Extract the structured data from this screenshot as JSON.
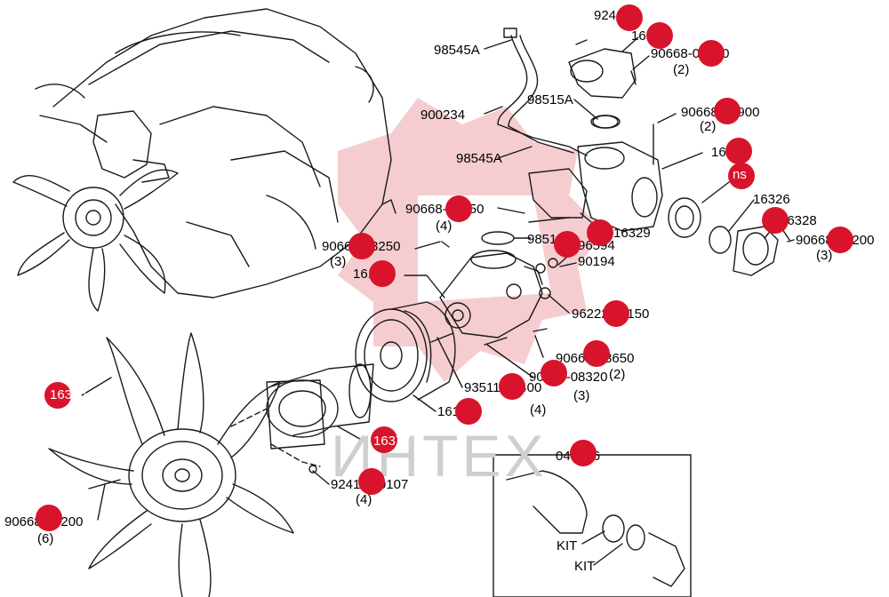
{
  "watermark_text": "ИНТЕХ",
  "parts": {
    "p98545a_top": "98545A",
    "p98545a_low": "98545A",
    "p900234": "900234",
    "p98515a_top": "98515A",
    "p98515a_low": "98515A",
    "p16100": "16100",
    "p16173": "16173",
    "p16377": "16377",
    "p16306": "16306",
    "p16304": "16304",
    "p16301": "16301",
    "p16326": "16326",
    "p16328": "16328",
    "p16329": "16329",
    "p96594": "96594",
    "p90194": "90194",
    "p96222": "96222-21150",
    "p93511": "93511-10400",
    "p90668_08350": "90668-08350",
    "p90668_08250": "90668-08250",
    "p90668_08650": "90668-08650",
    "p90668_08320": "90668-08320",
    "p90668_08200_top": "90668-08200",
    "p90668_08200_right": "90668-08200",
    "p90668_10900": "90668-10900",
    "p90668_08200_left": "90668-08200",
    "p92411": "92411-10107",
    "p92466": "92466",
    "p040166": "040166",
    "pns": "ns",
    "kit_1": "KIT",
    "kit_2": "KIT"
  },
  "qty": {
    "q90668_08200_top": "(2)",
    "q90668_10900": "(2)",
    "q90668_08350": "(4)",
    "q90668_08250": "(3)",
    "q90668_08200_right": "(3)",
    "q90668_08650": "(2)",
    "q90668_08320": "(3)",
    "q93511": "(4)",
    "q92411": "(4)",
    "q90668_08200_left": "(6)"
  },
  "colors": {
    "hotspot": "#d8142c",
    "watermark": "#f3c4c8",
    "line": "#1a1a1a"
  }
}
